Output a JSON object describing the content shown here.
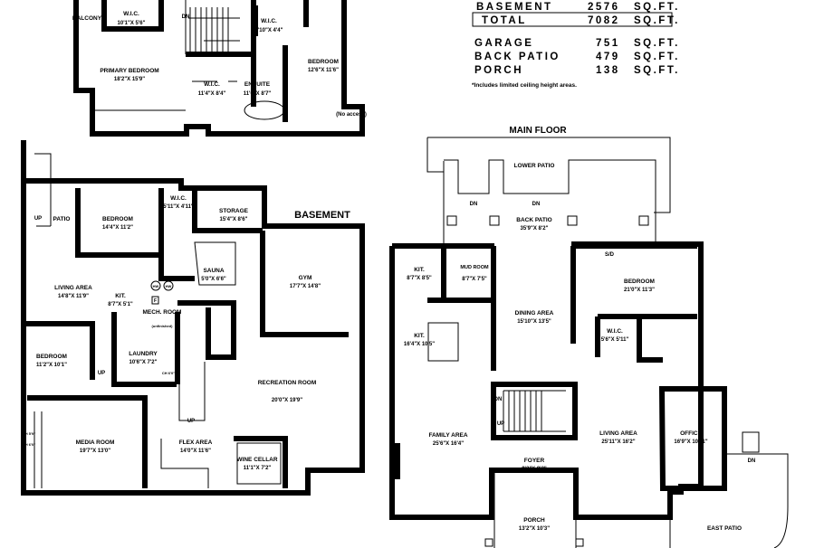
{
  "area_table": {
    "rows_cut": [
      {
        "label": "BASEMENT",
        "value": "2576",
        "unit": "SQ.FT."
      }
    ],
    "total": {
      "label": "TOTAL",
      "value": "7082",
      "unit": "SQ.FT."
    },
    "extras": [
      {
        "label": "GARAGE",
        "value": "751",
        "unit": "SQ.FT."
      },
      {
        "label": "BACK PATIO",
        "value": "479",
        "unit": "SQ.FT."
      },
      {
        "label": "PORCH",
        "value": "138",
        "unit": "SQ.FT."
      }
    ],
    "note": "*Includes limited ceiling height areas."
  },
  "upper_floor": {
    "rooms": [
      {
        "name": "BALCONY",
        "dims": ""
      },
      {
        "name": "W.I.C.",
        "dims": "10'1\"X 5'6\""
      },
      {
        "name": "W.I.C.",
        "dims": "4'10\"X 4'4\""
      },
      {
        "name": "PRIMARY BEDROOM",
        "dims": "18'2\"X 15'9\""
      },
      {
        "name": "W.I.C.",
        "dims": "11'4\"X 8'4\""
      },
      {
        "name": "ENSUITE",
        "dims": "11'0\"X 8'7\""
      },
      {
        "name": "BEDROOM",
        "dims": "12'6\"X 11'6\""
      },
      {
        "name": "(No access)",
        "dims": ""
      }
    ],
    "stair_label": "DN"
  },
  "basement": {
    "title": "BASEMENT",
    "rooms": [
      {
        "name": "PATIO",
        "dims": ""
      },
      {
        "name": "BEDROOM",
        "dims": "14'4\"X 11'2\""
      },
      {
        "name": "W.I.C.",
        "dims": "5'11\"X 4'11\""
      },
      {
        "name": "STORAGE",
        "dims": "15'4\"X 8'6\""
      },
      {
        "name": "SAUNA",
        "dims": "5'0\"X 6'6\""
      },
      {
        "name": "GYM",
        "dims": "17'7\"X 14'8\""
      },
      {
        "name": "LIVING AREA",
        "dims": "14'8\"X 11'9\""
      },
      {
        "name": "KIT.",
        "dims": "8'7\"X 5'1\""
      },
      {
        "name": "MECH. ROOM",
        "dims": "(unfinished)"
      },
      {
        "name": "BEDROOM",
        "dims": "11'2\"X 10'1\""
      },
      {
        "name": "LAUNDRY",
        "dims": "10'6\"X 7'2\""
      },
      {
        "name": "RECREATION ROOM",
        "dims": "20'0\"X 19'9\""
      },
      {
        "name": "MEDIA ROOM",
        "dims": "19'7\"X 13'0\""
      },
      {
        "name": "FLEX AREA",
        "dims": "14'0\"X 11'6\""
      },
      {
        "name": "WINE CELLAR",
        "dims": "11'1\"X 7'2\""
      }
    ],
    "marks": [
      "UP",
      "UP",
      "UP",
      "CH 6'0\"",
      "CH 5'9\"",
      "CH 6'0\"",
      "HW",
      "HW",
      "F"
    ]
  },
  "main_floor": {
    "title": "MAIN FLOOR",
    "rooms": [
      {
        "name": "LOWER PATIO",
        "dims": ""
      },
      {
        "name": "BACK PATIO",
        "dims": "35'9\"X 8'2\""
      },
      {
        "name": "KIT.",
        "dims": "8'7\"X 8'5\""
      },
      {
        "name": "MUD ROOM",
        "dims": "8'7\"X 7'5\""
      },
      {
        "name": "DINING AREA",
        "dims": "15'10\"X 13'5\""
      },
      {
        "name": "BEDROOM",
        "dims": "21'0\"X 11'3\""
      },
      {
        "name": "KIT.",
        "dims": "16'4\"X 10'5\""
      },
      {
        "name": "W.I.C.",
        "dims": "5'6\"X 5'11\""
      },
      {
        "name": "FAMILY AREA",
        "dims": "25'6\"X 16'4\""
      },
      {
        "name": "LIVING AREA",
        "dims": "25'11\"X 16'2\""
      },
      {
        "name": "OFFICE",
        "dims": "16'9\"X 10'11\""
      },
      {
        "name": "FOYER",
        "dims": "9'2\"X 9'2\""
      },
      {
        "name": "PORCH",
        "dims": "13'2\"X 10'3\""
      },
      {
        "name": "EAST PATIO",
        "dims": ""
      }
    ],
    "marks": [
      "DN",
      "DN",
      "DN",
      "UP",
      "DN",
      "S/D"
    ]
  }
}
